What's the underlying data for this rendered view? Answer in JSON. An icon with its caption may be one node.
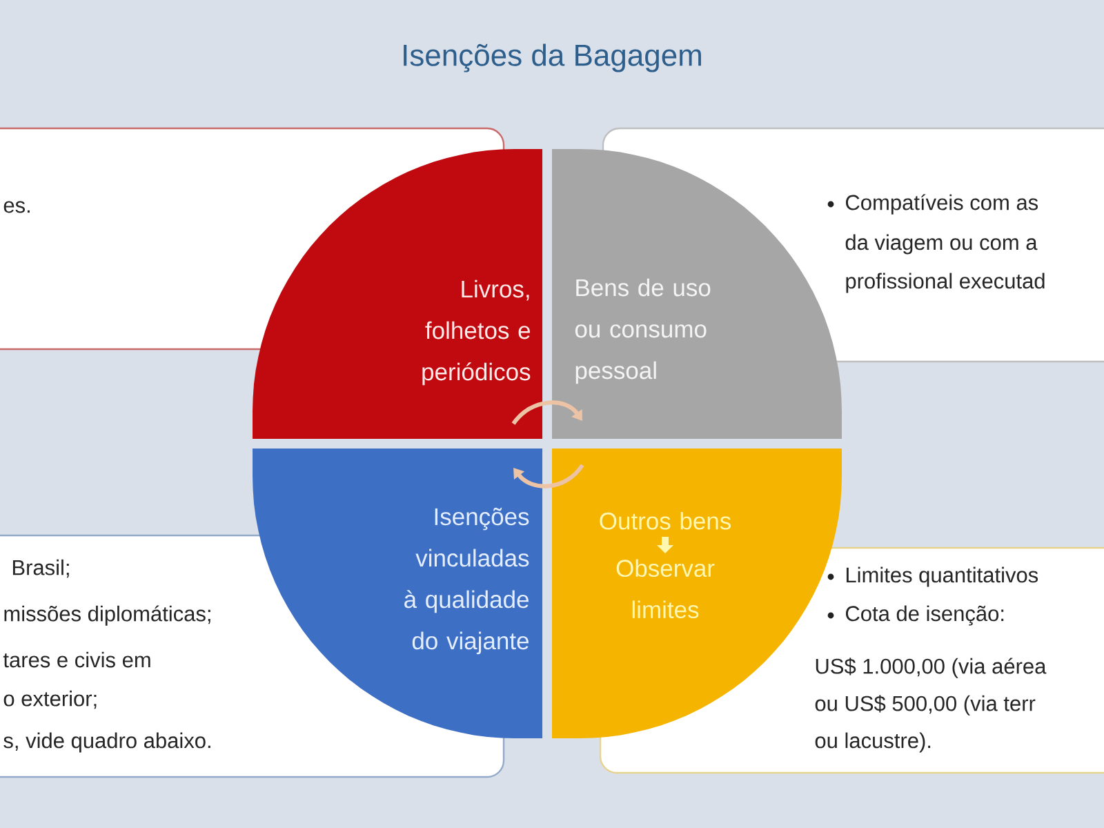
{
  "diagram": {
    "title": "Isenções da Bagagem",
    "nodes": [
      {
        "text": [
          "Livros, folhetos e periódicos"
        ]
      },
      {
        "text": [
          "Bens de uso ou consumo pessoal"
        ]
      },
      {
        "text": [
          "Isenções vinculadas à qualidade do viajante"
        ]
      },
      {
        "text": [
          "Outros bens",
          "Observar limites"
        ]
      },
      {
        "text": [
          "es."
        ]
      },
      {
        "text": [
          "Compatíveis com as",
          "da viagem ou com a",
          "profissional executad"
        ]
      },
      {
        "text": [
          "Brasil;",
          "missões diplomáticas;",
          "tares e civis em",
          "o exterior;",
          "s, vide quadro abaixo."
        ]
      },
      {
        "text": [
          "Limites quantitativos",
          "Cota de isenção:",
          "US$ 1.000,00 (via aérea",
          "ou US$ 500,00 (via terr",
          "ou lacustre)."
        ]
      }
    ],
    "edges": [
      {
        "from": 0,
        "to": 1,
        "arrow": "to"
      },
      {
        "from": 3,
        "to": 2,
        "arrow": "to"
      }
    ]
  }
}
